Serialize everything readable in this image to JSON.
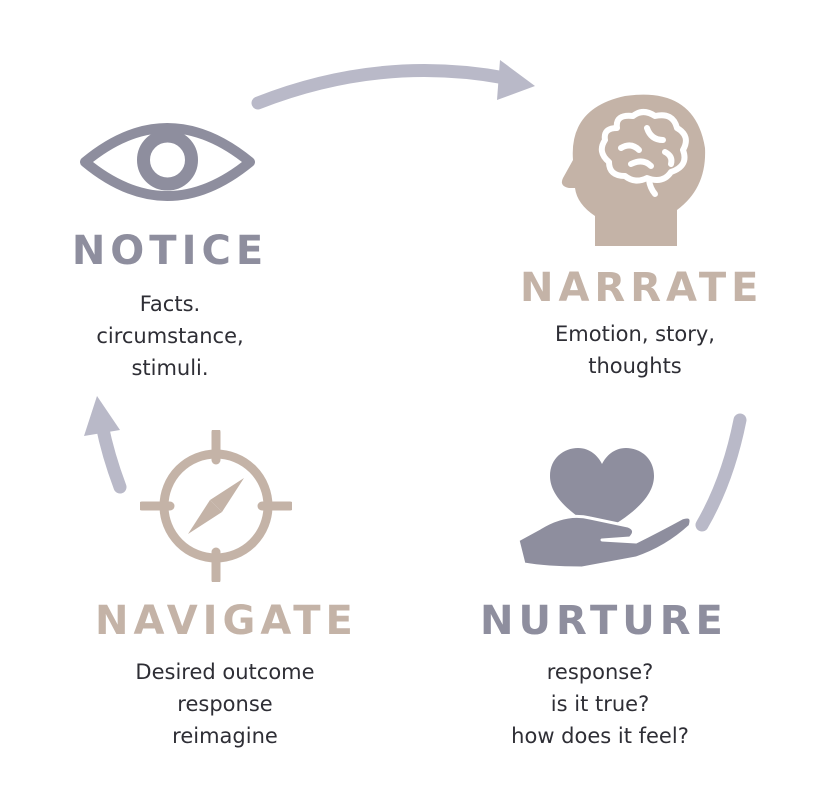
{
  "colors": {
    "cool": "#8e8e9e",
    "warm": "#c4b3a7",
    "arrow": "#b9b9c8",
    "text": "#2e2e35"
  },
  "steps": {
    "notice": {
      "title": "NOTICE",
      "icon": "eye-icon",
      "lines": [
        "Facts.",
        "circumstance,",
        "stimuli."
      ]
    },
    "narrate": {
      "title": "NARRATE",
      "icon": "head-brain-icon",
      "lines": [
        "Emotion, story,",
        "thoughts"
      ]
    },
    "nurture": {
      "title": "NURTURE",
      "icon": "heart-in-hand-icon",
      "lines": [
        "response?",
        "is it true?",
        "how does it feel?"
      ]
    },
    "navigate": {
      "title": "NAVIGATE",
      "icon": "compass-crosshair-icon",
      "lines": [
        "Desired outcome",
        "response",
        "reimagine"
      ]
    }
  }
}
